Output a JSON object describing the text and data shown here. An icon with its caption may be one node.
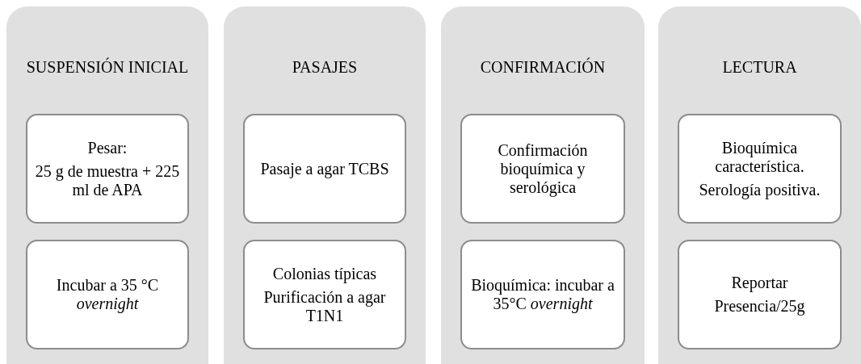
{
  "diagram": {
    "nodes": [
      {
        "text": [
          "SUSPENSIÓN INICIAL"
        ]
      },
      {
        "text": [
          "Pesar:",
          "25 g de muestra + 225 ml de APA"
        ],
        "in": 0
      },
      {
        "text": [
          "Incubar a 35 °C *overnight*"
        ],
        "in": 0
      },
      {
        "text": [
          "PASAJES"
        ]
      },
      {
        "text": [
          "Pasaje a agar TCBS"
        ],
        "in": 3
      },
      {
        "text": [
          "Colonias típicas",
          "Purificación a agar T1N1"
        ],
        "in": 3
      },
      {
        "text": [
          "CONFIRMACIÓN"
        ]
      },
      {
        "text": [
          "Confirmación bioquímica y serológica"
        ],
        "in": 6
      },
      {
        "text": [
          "Bioquímica: incubar a 35°C *overnight*"
        ],
        "in": 6
      },
      {
        "text": [
          "LECTURA"
        ]
      },
      {
        "text": [
          "Bioquímica característica.",
          "Serología positiva."
        ],
        "in": 9
      },
      {
        "text": [
          "Reportar",
          "Presencia/25g"
        ],
        "in": 9
      }
    ]
  }
}
